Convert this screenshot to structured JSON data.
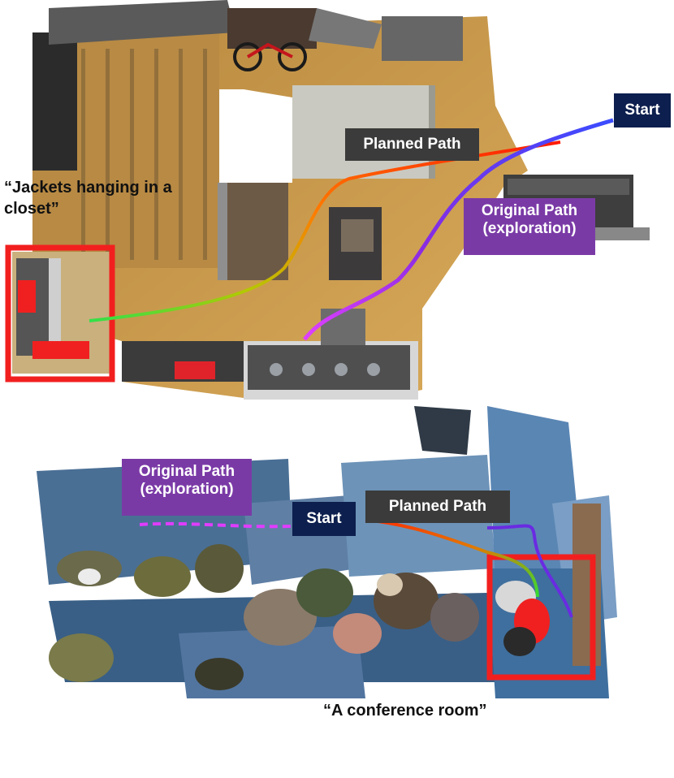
{
  "top_panel": {
    "query": "“Jackets hanging in a closet”",
    "start_label": "Start",
    "planned_label": "Planned Path",
    "original_label_line1": "Original Path",
    "original_label_line2": "(exploration)"
  },
  "bottom_panel": {
    "query": "“A conference room”",
    "start_label": "Start",
    "planned_label": "Planned Path",
    "original_label_line1": "Original Path",
    "original_label_line2": "(exploration)"
  },
  "colors": {
    "target_box": "#f21f1f",
    "original_path": "#8a2be2",
    "planned_path_start": "#ff2a00",
    "planned_path_end": "#33dd33"
  }
}
